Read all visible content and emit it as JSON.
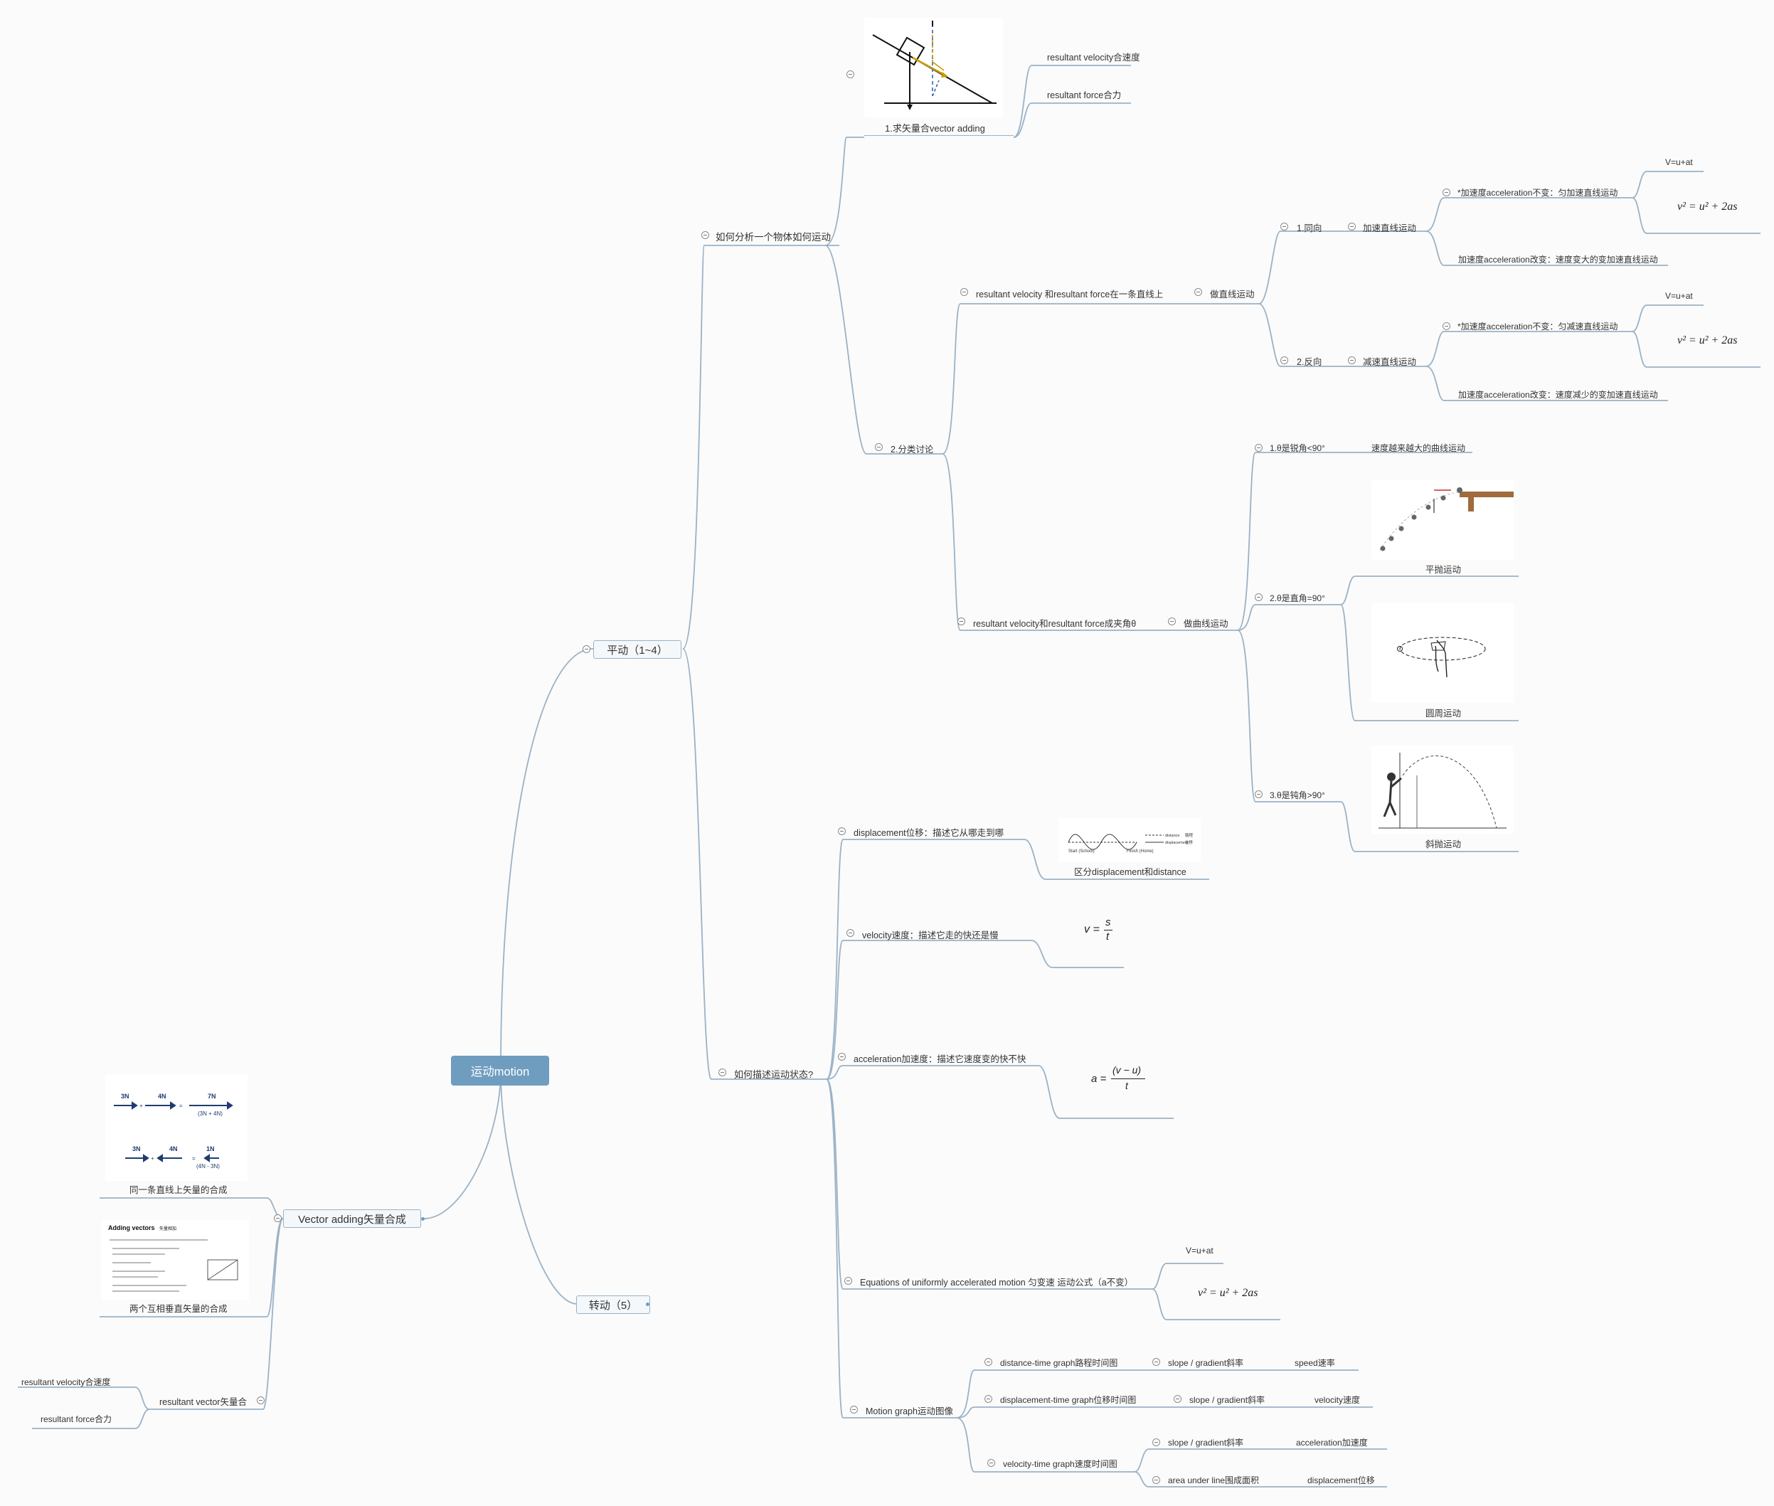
{
  "root": {
    "label": "运动motion"
  },
  "translation": {
    "label": "平动（1~4）",
    "analyze": {
      "label": "如何分析一个物体如何运动",
      "vector_adding": {
        "label": "1.求矢量合vector adding",
        "resultant_velocity": "resultant velocity合速度",
        "resultant_force": "resultant force合力"
      },
      "classify": {
        "label": "2.分类讨论",
        "straight": {
          "label": "resultant velocity 和resultant force在一条直线上",
          "motion": "做直线运动",
          "same_dir": {
            "label": "1.同向",
            "motion": "加速直线运动",
            "constant": "*加速度acceleration不变：匀加速直线运动",
            "formula1": "V=u+at",
            "formula2": "v² = u² + 2as",
            "changing": "加速度acceleration改变：速度变大的变加速直线运动"
          },
          "opp_dir": {
            "label": "2.反向",
            "motion": "减速直线运动",
            "constant": "*加速度acceleration不变：匀减速直线运动",
            "formula1": "V=u+at",
            "formula2": "v² = u² + 2as",
            "changing": "加速度acceleration改变：速度减少的变加速直线运动"
          }
        },
        "curve": {
          "label": "resultant velocity和resultant force成夹角θ",
          "motion": "做曲线运动",
          "acute": {
            "label": "1.θ是锐角<90°",
            "result": "速度越来越大的曲线运动"
          },
          "right": {
            "label": "2.θ是直角=90°",
            "projectile": "平抛运动",
            "circular": "圆周运动"
          },
          "obtuse": {
            "label": "3.θ是钝角>90°",
            "oblique": "斜抛运动"
          }
        }
      }
    },
    "describe": {
      "label": "如何描述运动状态?",
      "displacement": {
        "label": "displacement位移：描述它从哪走到哪",
        "caption": "区分displacement和distance",
        "img_start": "Start (School)",
        "img_finish": "Finish (Home)",
        "img_legend1": "distance",
        "img_legend2": "displacement",
        "img_legend3": "路程",
        "img_legend4": "位移"
      },
      "velocity": {
        "label": "velocity速度：描述它走的快还是慢",
        "lhs": "v =",
        "num": "s",
        "den": "t"
      },
      "acceleration": {
        "label": "acceleration加速度：描述它速度变的快不快",
        "lhs": "a =",
        "num": "(v − u)",
        "den": "t"
      },
      "equations": {
        "label": "Equations of uniformly accelerated motion 匀变速 运动公式（a不变）",
        "formula1": "V=u+at",
        "formula2": "v² = u² + 2as"
      },
      "graphs": {
        "label": "Motion graph运动图像",
        "dt": {
          "label": "distance-time graph路程时间图",
          "slope": "slope / gradient斜率",
          "result": "speed速率"
        },
        "st": {
          "label": "displacement-time graph位移时间图",
          "slope": "slope / gradient斜率",
          "result": "velocity速度"
        },
        "vt": {
          "label": "velocity-time graph速度时间图",
          "slope": "slope / gradient斜率",
          "slope_result": "acceleration加速度",
          "area": "area under line围成面积",
          "area_result": "displacement位移"
        }
      }
    }
  },
  "rotation": {
    "label": "转动（5）"
  },
  "vector": {
    "label": "Vector adding矢量合成",
    "same_line": {
      "caption": "同一条直线上矢量的合成",
      "a": "3N",
      "b": "4N",
      "sum": "7N",
      "sum_note": "(3N + 4N)",
      "c": "3N",
      "d": "4N",
      "diff": "1N",
      "diff_note": "(4N - 3N)"
    },
    "perpendicular": {
      "caption": "两个互相垂直矢量的合成",
      "img_title": "Adding vectors",
      "img_subtitle": "矢量相加"
    },
    "resultant": {
      "label": "resultant vector矢量合",
      "velocity": "resultant velocity合速度",
      "force": "resultant force合力"
    }
  }
}
